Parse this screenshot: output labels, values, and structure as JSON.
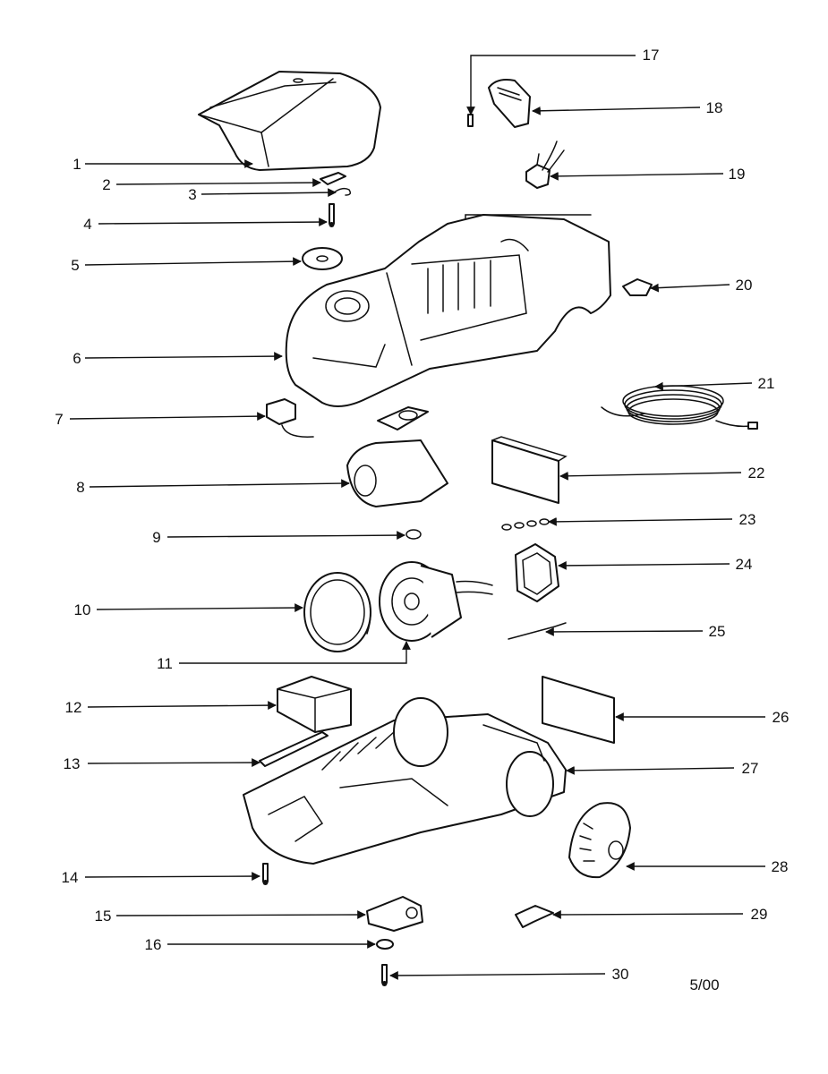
{
  "diagram": {
    "date_stamp": "5/00",
    "callouts": [
      "1",
      "2",
      "3",
      "4",
      "5",
      "6",
      "7",
      "8",
      "9",
      "10",
      "11",
      "12",
      "13",
      "14",
      "15",
      "16",
      "17",
      "18",
      "19",
      "20",
      "21",
      "22",
      "23",
      "24",
      "25",
      "26",
      "27",
      "28",
      "29",
      "30"
    ],
    "colors": {
      "ink": "#111111",
      "paper": "#ffffff"
    }
  }
}
